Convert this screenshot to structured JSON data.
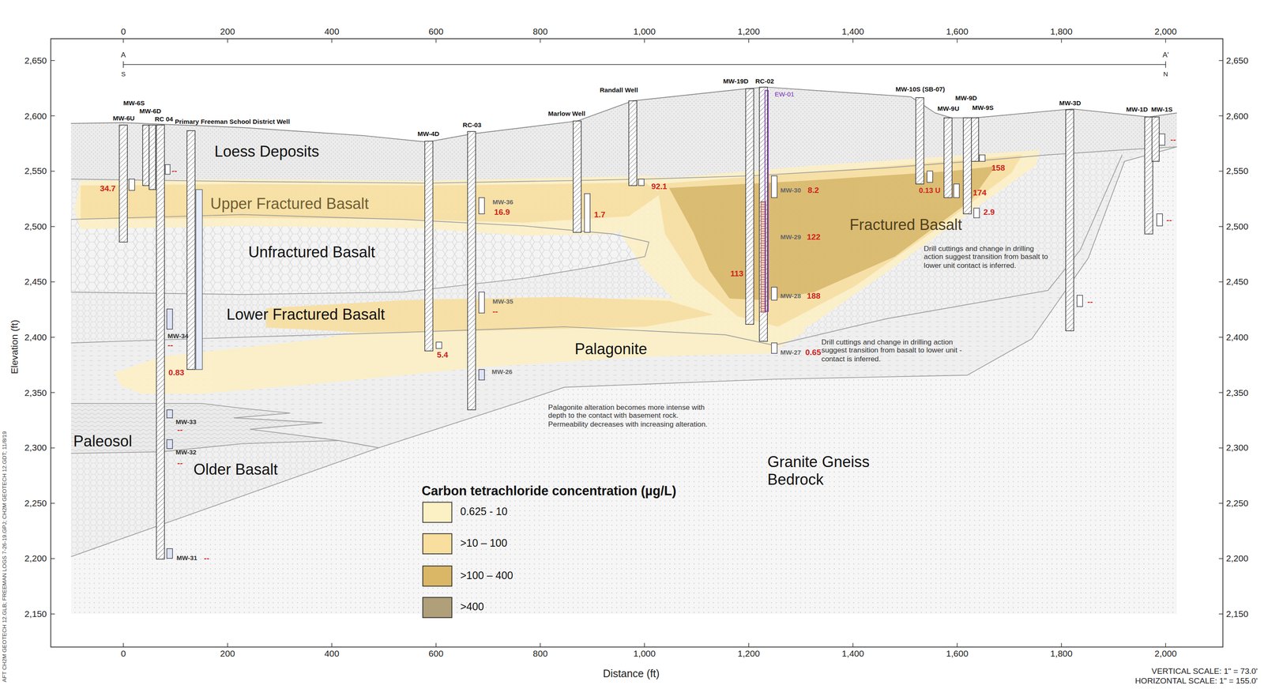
{
  "diagram": {
    "labels": [
      "0",
      "200",
      "400",
      "600",
      "800",
      "1,000",
      "1,200",
      "1,400",
      "1,600",
      "1,800",
      "2,000",
      "0",
      "200",
      "400",
      "600",
      "800",
      "1,000",
      "1,200",
      "1,400",
      "1,600",
      "1,800",
      "2,000",
      "2,650",
      "2,600",
      "2,550",
      "2,500",
      "2,450",
      "2,400",
      "2,350",
      "2,300",
      "2,250",
      "2,200",
      "2,150",
      "2,650",
      "2,600",
      "2,550",
      "2,500",
      "2,450",
      "2,400",
      "2,350",
      "2,300",
      "2,250",
      "2,200",
      "2,150",
      "A",
      "A'",
      "S",
      "N",
      "Elevation (ft)",
      "Distance (ft)",
      "VERTICAL SCALE: 1\" = 73.0'",
      "HORIZONTAL SCALE: 1\" = 155.0'",
      "AFT CH2M GEOTECH 12.GLB; FREEMAN LOGS 7-26-19.GPJ; CH2M GEOTECH 12.GDT; 11/8/19",
      "Loess Deposits",
      "Upper Fractured Basalt",
      "Unfractured Basalt",
      "Lower Fractured Basalt",
      "Palagonite",
      "Paleosol",
      "Older Basalt",
      "Granite Gneiss Bedrock",
      "Fractured Basalt",
      "Drill cuttings and change in drilling action suggest transition from basalt to lower unit contact is inferred.",
      "Drill cuttings and change in drilling action suggest transition from basalt to lower unit - contact is inferred.",
      "Palagonite alteration becomes more intense with depth to the contact with basement rock. Permeability decreases with increasing alteration.",
      "MW-6U",
      "MW-6S",
      "MW-6D",
      "RC 04",
      "Primary Freeman School District Well",
      "MW-4D",
      "RC-03",
      "Marlow Well",
      "Randall Well",
      "MW-19D",
      "RC-02",
      "EW-01",
      "MW-10S (SB-07)",
      "MW-9U",
      "MW-9D",
      "MW-9S",
      "MW-3D",
      "MW-1D",
      "MW-1S",
      "MW-36",
      "MW-35",
      "MW-26",
      "MW-34",
      "MW-33",
      "MW-32",
      "MW-31",
      "MW-30",
      "MW-29",
      "MW-28",
      "MW-27",
      "34.7",
      "--",
      "16.9",
      "1.7",
      "92.1",
      "8.2",
      "122",
      "113",
      "188",
      "0.65",
      "0.13 U",
      "174",
      "158",
      "2.9",
      "--",
      "--",
      "0.83",
      "5.4",
      "--",
      "--",
      "--",
      "--",
      "--",
      "--",
      "Carbon tetrachloride concentration (µg/L)"
    ],
    "legend": [
      {
        "text": "0.625 - 10",
        "color": "#fcf0c5"
      },
      {
        "text": ">10 – 100",
        "color": "#f8df9f"
      },
      {
        "text": ">100 – 400",
        "color": "#d9b766"
      },
      {
        "text": ">400",
        "color": "#b0a07a"
      }
    ]
  }
}
